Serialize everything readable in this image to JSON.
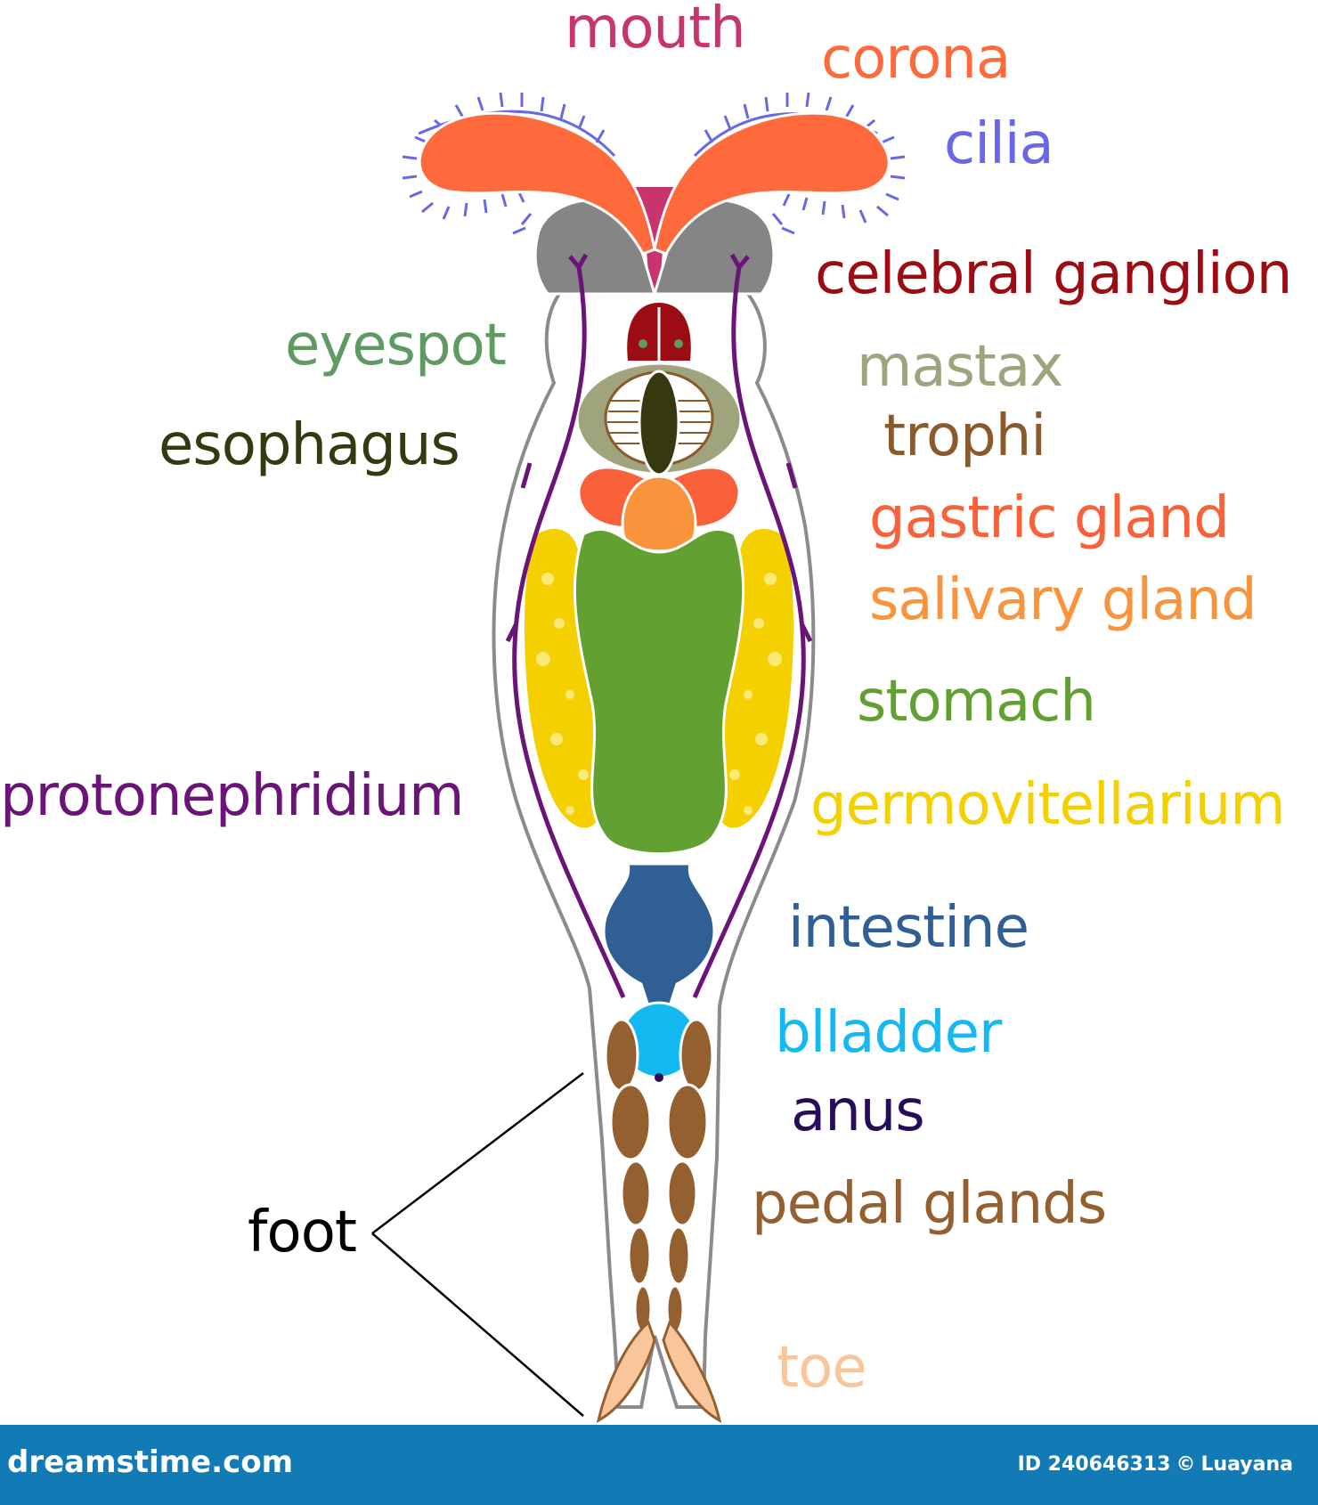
{
  "labels": {
    "mouth": "mouth",
    "corona": "corona",
    "cilia": "cilia",
    "celebral_ganglion": "celebral ganglion",
    "eyespot": "eyespot",
    "mastax": "mastax",
    "esophagus": "esophagus",
    "trophi": "trophi",
    "gastric_gland": "gastric gland",
    "salivary_gland": "salivary gland",
    "stomach": "stomach",
    "protonephridium": "protonephridium",
    "germovitellarium": "germovitellarium",
    "intestine": "intestine",
    "bladder": "blladder",
    "anus": "anus",
    "pedal_glands": "pedal glands",
    "foot": "foot",
    "toe": "toe"
  },
  "colors": {
    "mouth": "#c8346e",
    "corona": "#ff6a3d",
    "cilia": "#6868e6",
    "celebral_ganglion": "#9b0d12",
    "eyespot": "#5f9a62",
    "mastax": "#9fa47c",
    "esophagus": "#36380f",
    "trophi": "#8a5a2c",
    "gastric_gland": "#f8613a",
    "salivary_gland": "#f9933c",
    "stomach": "#62a031",
    "protonephridium": "#6a1478",
    "germovitellarium": "#f4d000",
    "intestine": "#2f5f94",
    "bladder": "#14b9f2",
    "anus": "#270c5c",
    "pedal_glands": "#946030",
    "foot": "#000000",
    "toe": "#f9c59a",
    "footer_bg": "#127bb5"
  },
  "footer": {
    "brand": "dreamstime.com",
    "id_text": "ID 240646313",
    "author": "Luayana"
  }
}
